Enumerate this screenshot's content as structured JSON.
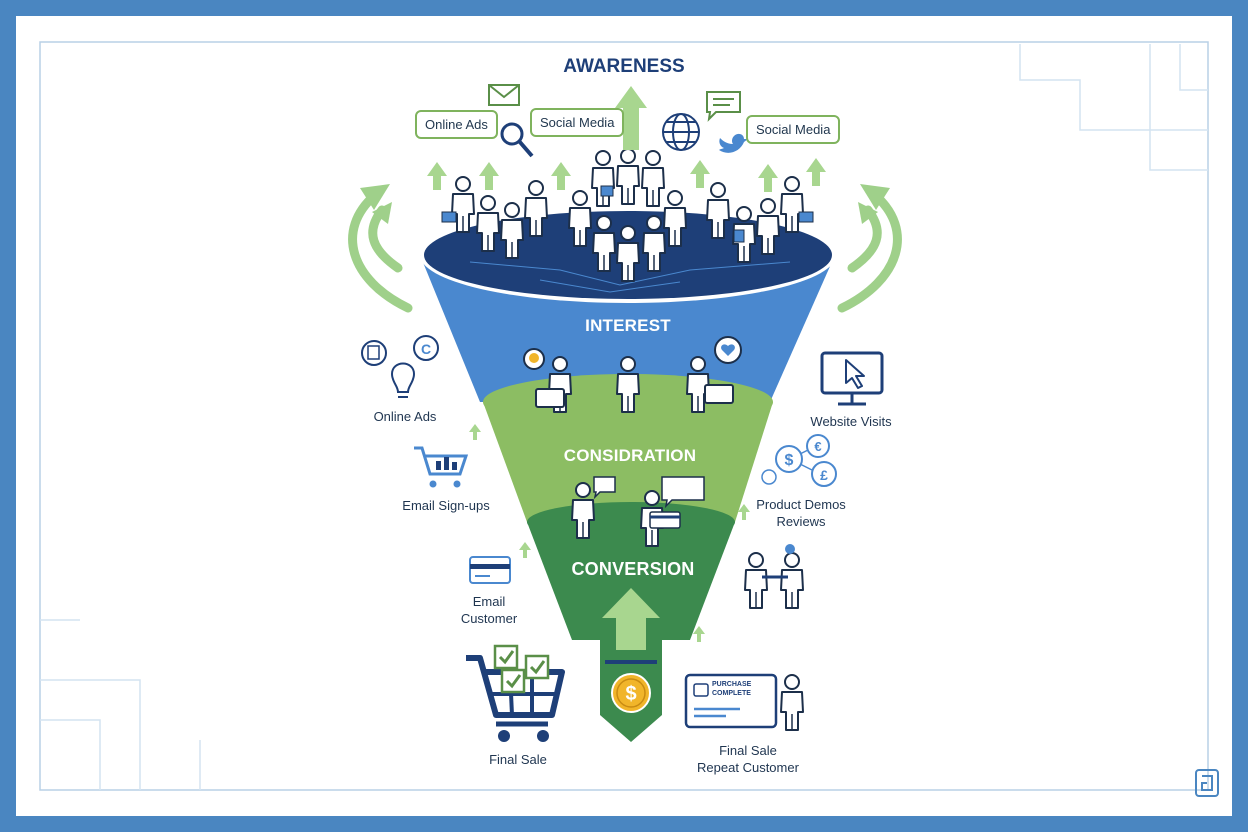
{
  "title": "AWARENESS",
  "stages": [
    {
      "label": "INTEREST",
      "color": "#4a88cf"
    },
    {
      "label": "CONSIDRATION",
      "color": "#8cbd63"
    },
    {
      "label": "CONVERSION",
      "color": "#3c8a4e"
    }
  ],
  "awareness_bubbles": [
    "Online Ads",
    "Social Media",
    "Social Media"
  ],
  "left_labels": [
    "Online Ads",
    "Email Sign-ups",
    "Email\nCustomer",
    "Final Sale"
  ],
  "right_labels": [
    "Website Visits",
    "Product Demos\nReviews",
    "Final Sale\nRepeat Customer"
  ],
  "receipt_text": "PURCHASE\nCOMPLETE",
  "colors": {
    "frame": "#4a86c1",
    "dark_blue": "#1e3f78",
    "mid_blue": "#4a88cf",
    "light_green": "#8cbd63",
    "dark_green": "#3c8a4e",
    "arrow_green": "#9fd08a",
    "gold": "#f1b52a"
  },
  "icons": [
    "envelope-icon",
    "search-icon",
    "globe-icon",
    "chat-icon",
    "twitter-bird-icon",
    "lightbulb-icon",
    "monitor-cursor-icon",
    "shopping-cart-icon",
    "credit-card-icon",
    "currency-icon",
    "handshake-icon",
    "dollar-coin-icon"
  ]
}
